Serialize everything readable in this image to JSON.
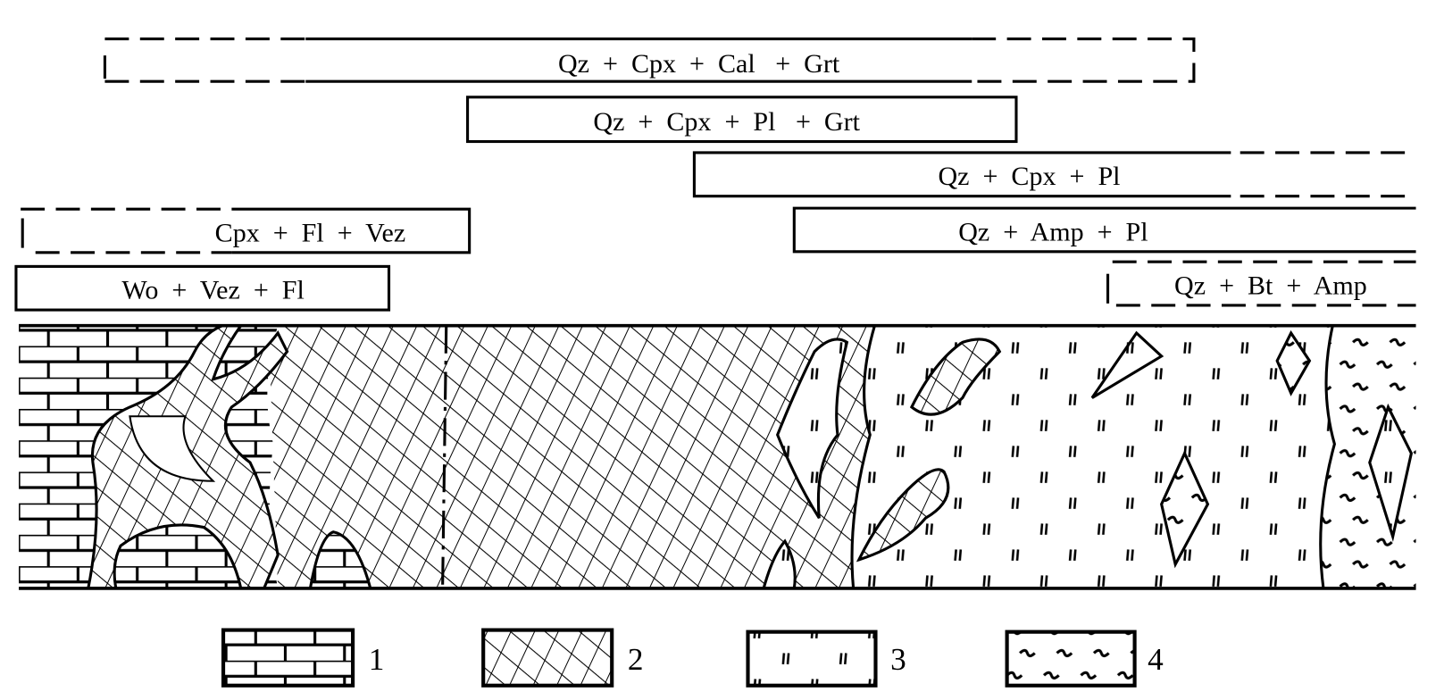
{
  "assemblages": [
    {
      "label": "Qz  +  Cpx  +  Cal   +  Grt"
    },
    {
      "label": "Qz  +  Cpx  +  Pl   +  Grt"
    },
    {
      "label": "Qz  +  Cpx  +  Pl"
    },
    {
      "label": "Cpx  +  Fl  +  Vez"
    },
    {
      "label": "Qz  +  Amp  +  Pl"
    },
    {
      "label": "Wo  +  Vez  +  Fl"
    },
    {
      "label": "Qz  +  Bt  +  Amp"
    }
  ],
  "legend": [
    {
      "number": "1",
      "pattern": "brick-limestone"
    },
    {
      "number": "2",
      "pattern": "crosshatch"
    },
    {
      "number": "3",
      "pattern": "tick-marks"
    },
    {
      "number": "4",
      "pattern": "squiggles"
    }
  ],
  "colors": {
    "ink": "#000000",
    "paper": "#ffffff"
  }
}
